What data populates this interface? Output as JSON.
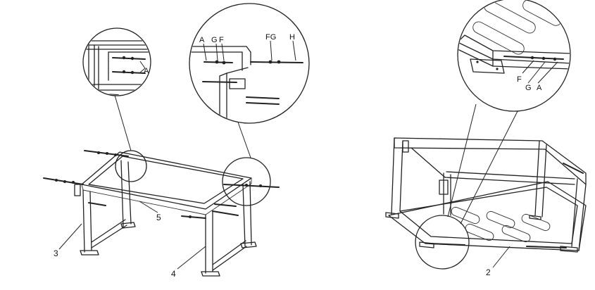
{
  "left_assembly": {
    "labels": {
      "leg_left": "3",
      "leg_right": "4",
      "rail": "5"
    },
    "detail_a": {
      "labels": {
        "a": "A"
      }
    },
    "detail_b": {
      "labels": {
        "a": "A",
        "g": "G",
        "f": "F",
        "fg": "FG",
        "h": "H"
      }
    }
  },
  "right_assembly": {
    "labels": {
      "frame": "2"
    },
    "detail_c": {
      "labels": {
        "f": "F",
        "g": "G",
        "a": "A"
      }
    }
  }
}
